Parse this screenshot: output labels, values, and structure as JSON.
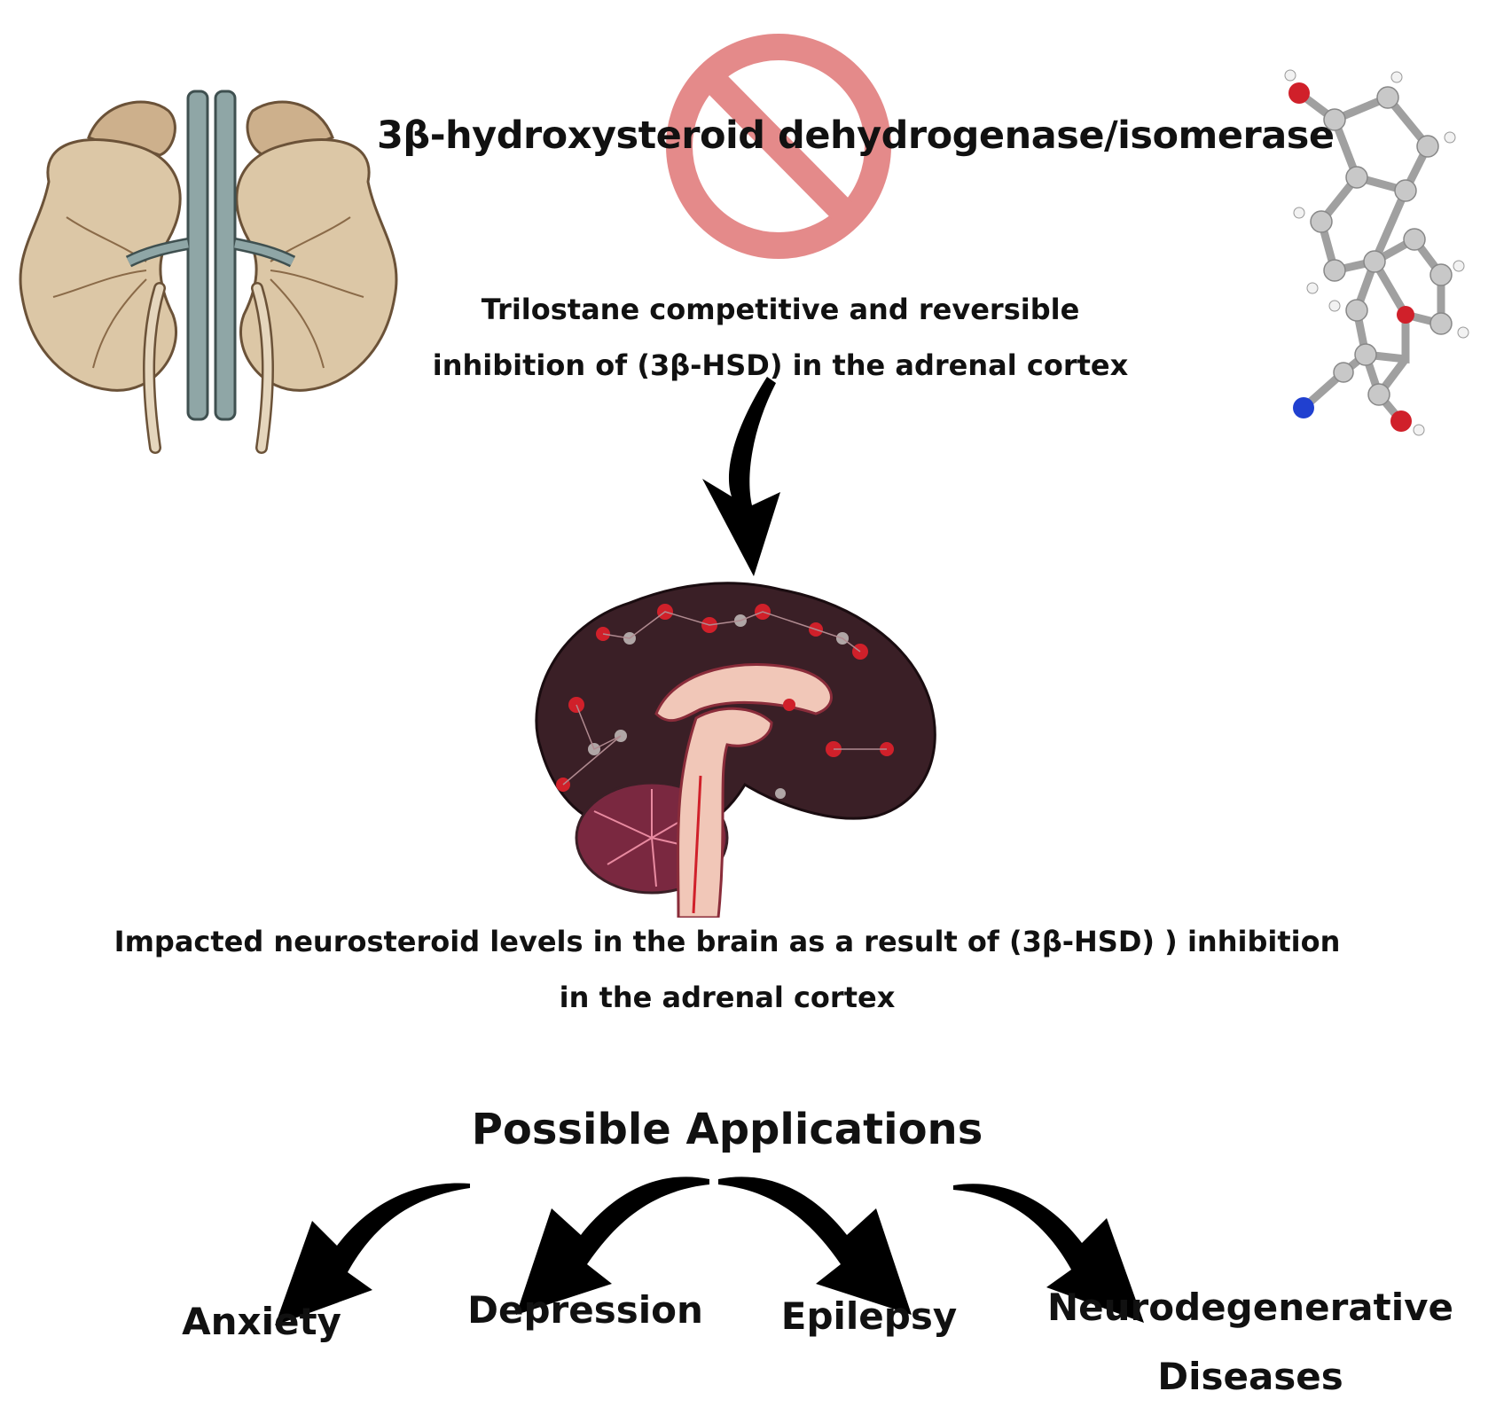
{
  "enzyme": {
    "label": "3β-hydroxysteroid dehydrogenase/isomerase"
  },
  "trilostane": {
    "line1": "Trilostane competitive and reversible",
    "line2": "inhibition of  (3β-HSD) in the adrenal cortex"
  },
  "impact": {
    "line1": "Impacted neurosteroid levels in the brain as a result of   (3β-HSD) ) inhibition",
    "line2": "in the adrenal cortex"
  },
  "applications": {
    "title": "Possible Applications",
    "items": [
      "Anxiety",
      "Depression",
      "Epilepsy",
      "Neurodegenerative",
      "Diseases"
    ]
  },
  "icons": {
    "kidneys": "kidneys-illustration",
    "prohibition": "prohibition-sign-icon",
    "molecule": "trilostane-molecule-ball-and-stick",
    "brain": "brain-sagittal-illustration",
    "arrows": "curved-arrow-icon"
  },
  "colors": {
    "prohibition": "#e48a8a",
    "brain": "#3a1f26",
    "kidney": "#d8c3a3",
    "vessel": "#8fa6a6",
    "atom_red": "#d0202a",
    "atom_grey": "#a8a8a8",
    "atom_blue": "#2040d0"
  }
}
